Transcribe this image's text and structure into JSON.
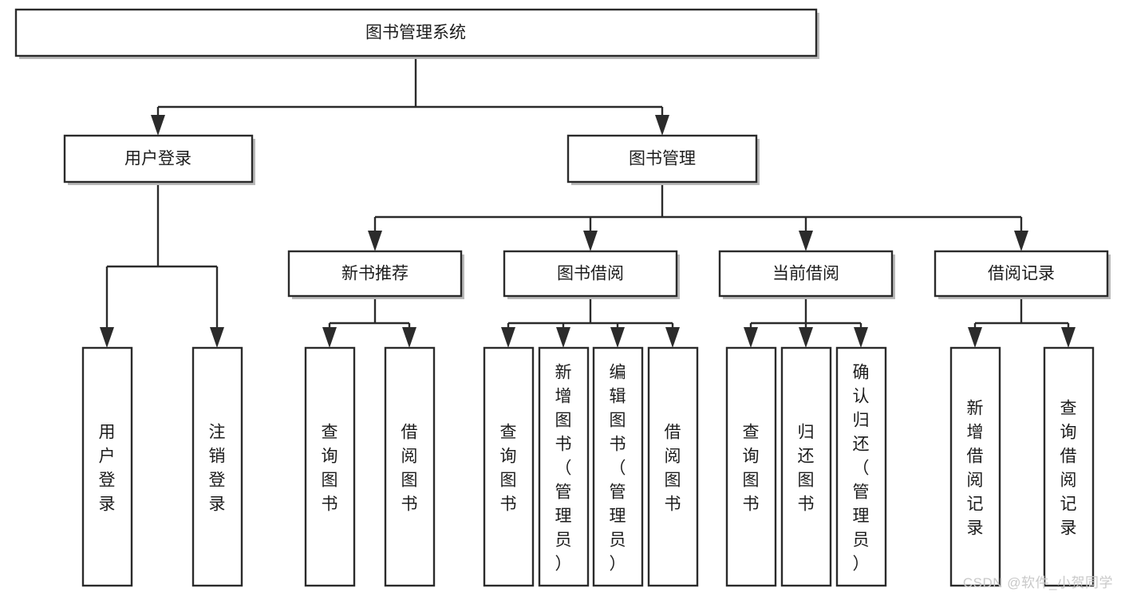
{
  "diagram": {
    "title": "图书管理系统",
    "type": "tree-hierarchy-diagram",
    "root": {
      "id": "root",
      "label": "图书管理系统"
    },
    "level2": [
      {
        "id": "user-login",
        "label": "用户登录"
      },
      {
        "id": "book-manage",
        "label": "图书管理"
      }
    ],
    "level3": [
      {
        "id": "new-book-recommend",
        "label": "新书推荐",
        "parent": "book-manage"
      },
      {
        "id": "book-borrow",
        "label": "图书借阅",
        "parent": "book-manage"
      },
      {
        "id": "current-borrow",
        "label": "当前借阅",
        "parent": "book-manage"
      },
      {
        "id": "borrow-record",
        "label": "借阅记录",
        "parent": "book-manage"
      }
    ],
    "leaves": [
      {
        "id": "leaf-user-login",
        "label": "用户登录",
        "parent": "user-login"
      },
      {
        "id": "leaf-logout-login",
        "label": "注销登录",
        "parent": "user-login"
      },
      {
        "id": "leaf-query-book-1",
        "label": "查询图书",
        "parent": "new-book-recommend"
      },
      {
        "id": "leaf-borrow-book-1",
        "label": "借阅图书",
        "parent": "new-book-recommend"
      },
      {
        "id": "leaf-query-book-2",
        "label": "查询图书",
        "parent": "book-borrow"
      },
      {
        "id": "leaf-add-book",
        "label": "新增图书（管理员）",
        "parent": "book-borrow"
      },
      {
        "id": "leaf-edit-book",
        "label": "编辑图书（管理员）",
        "parent": "book-borrow"
      },
      {
        "id": "leaf-borrow-book-2",
        "label": "借阅图书",
        "parent": "book-borrow"
      },
      {
        "id": "leaf-query-book-3",
        "label": "查询图书",
        "parent": "current-borrow"
      },
      {
        "id": "leaf-return-book",
        "label": "归还图书",
        "parent": "current-borrow"
      },
      {
        "id": "leaf-confirm-return",
        "label": "确认归还（管理员）",
        "parent": "current-borrow"
      },
      {
        "id": "leaf-add-borrow-record",
        "label": "新增借阅记录",
        "parent": "borrow-record"
      },
      {
        "id": "leaf-query-borrow-record",
        "label": "查询借阅记录",
        "parent": "borrow-record"
      }
    ],
    "colors": {
      "box_border": "#2b2b2b",
      "box_fill": "#ffffff",
      "connector": "#2b2b2b",
      "text": "#1c1c1c",
      "watermark": "#c9c9c9",
      "background": "#ffffff"
    }
  },
  "watermark": {
    "text": "CSDN @软件_小贺同学"
  }
}
